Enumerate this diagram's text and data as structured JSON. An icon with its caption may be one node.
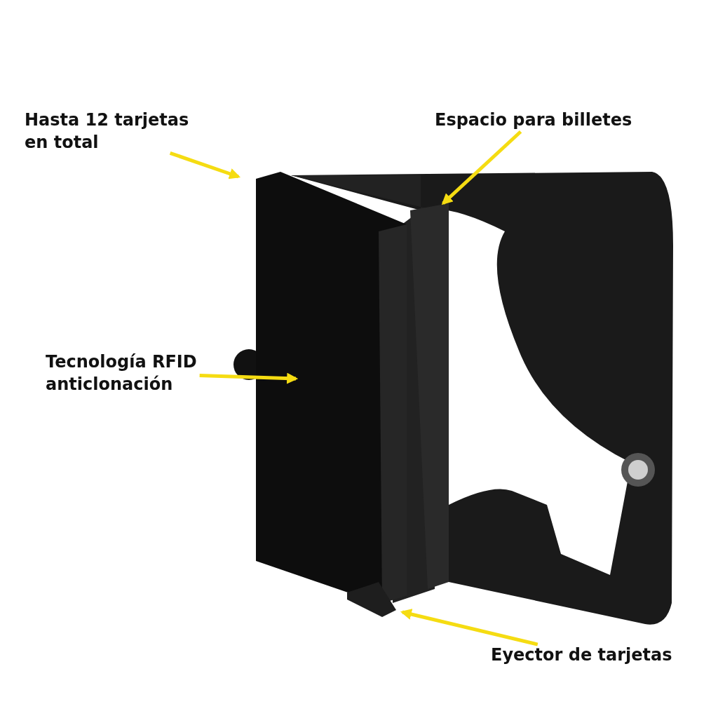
{
  "diagram": {
    "nodes": [
      {
        "text": [
          "Hasta 12 tarjetas en total"
        ]
      },
      {
        "text": [
          "Espacio para billetes"
        ]
      },
      {
        "text": [
          "Tecnología RFID anticlonación"
        ]
      },
      {
        "text": [
          "Eyector de tarjetas"
        ]
      }
    ],
    "edges": [
      {
        "from": 0,
        "to": null,
        "arrow": "to"
      },
      {
        "from": 1,
        "to": null,
        "arrow": "to"
      },
      {
        "from": 2,
        "to": null,
        "arrow": "to"
      },
      {
        "from": 3,
        "to": null,
        "arrow": "to"
      }
    ]
  }
}
